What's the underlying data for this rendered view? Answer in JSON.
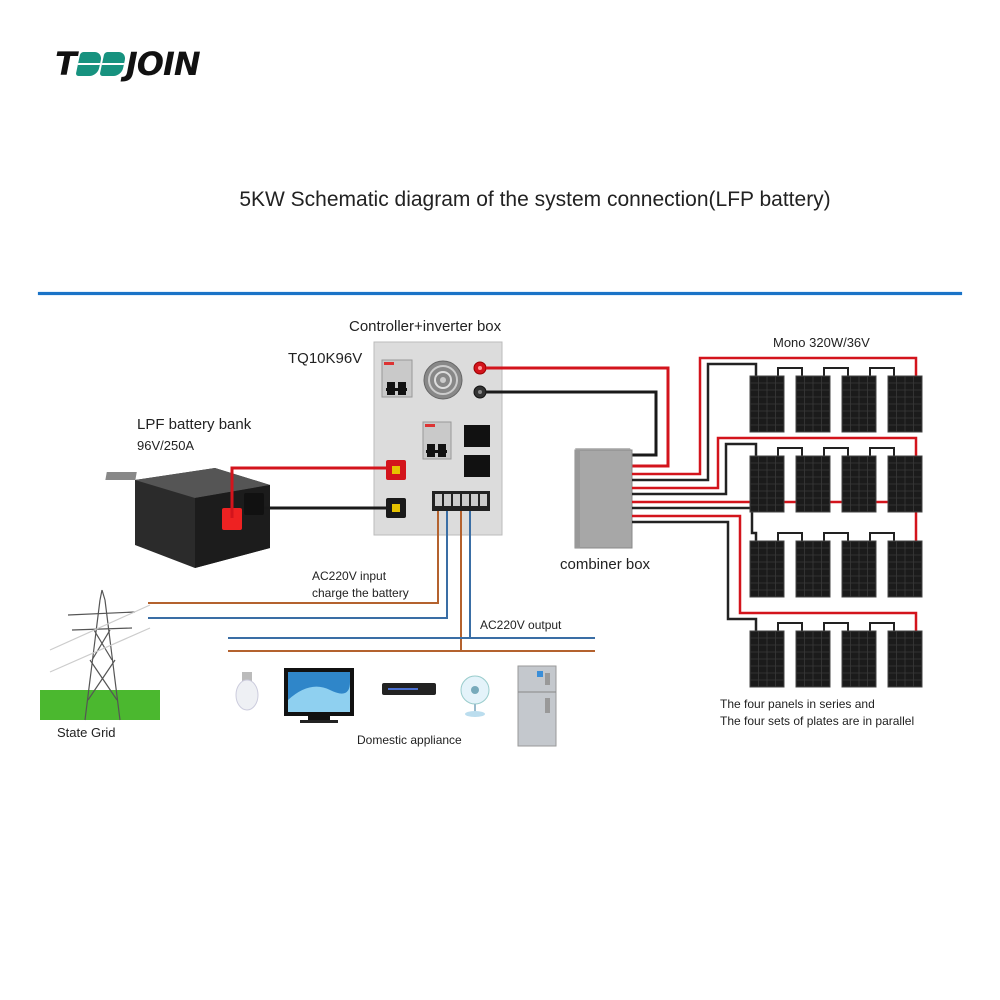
{
  "brand": {
    "logo_prefix": "T",
    "logo_suffix": "JOIN",
    "logo_mark_color": "#17927f"
  },
  "title": "5KW Schematic diagram of the system connection(LFP battery)",
  "colors": {
    "divider": "#1a73c7",
    "dc_positive": "#d3141c",
    "dc_negative": "#222222",
    "ac_live": "#b4622e",
    "ac_neutral": "#3a6ea5"
  },
  "inverter": {
    "heading": "Controller+inverter box",
    "model": "TQ10K96V"
  },
  "battery": {
    "name": "LPF battery bank",
    "spec": "96V/250A"
  },
  "combiner": {
    "label": "combiner box"
  },
  "panels": {
    "label": "Mono 320W/36V",
    "rows": 4,
    "per_row": 4,
    "note_line1": "The four panels in series and",
    "note_line2": "The four sets of plates are in parallel"
  },
  "grid": {
    "label": "State Grid",
    "input_line1": "AC220V input",
    "input_line2": "charge the battery"
  },
  "output": {
    "label": "AC220V output"
  },
  "appliances": {
    "label": "Domestic appliance",
    "items": [
      "light-bulb",
      "television",
      "dvd-player",
      "fan",
      "refrigerator"
    ]
  }
}
